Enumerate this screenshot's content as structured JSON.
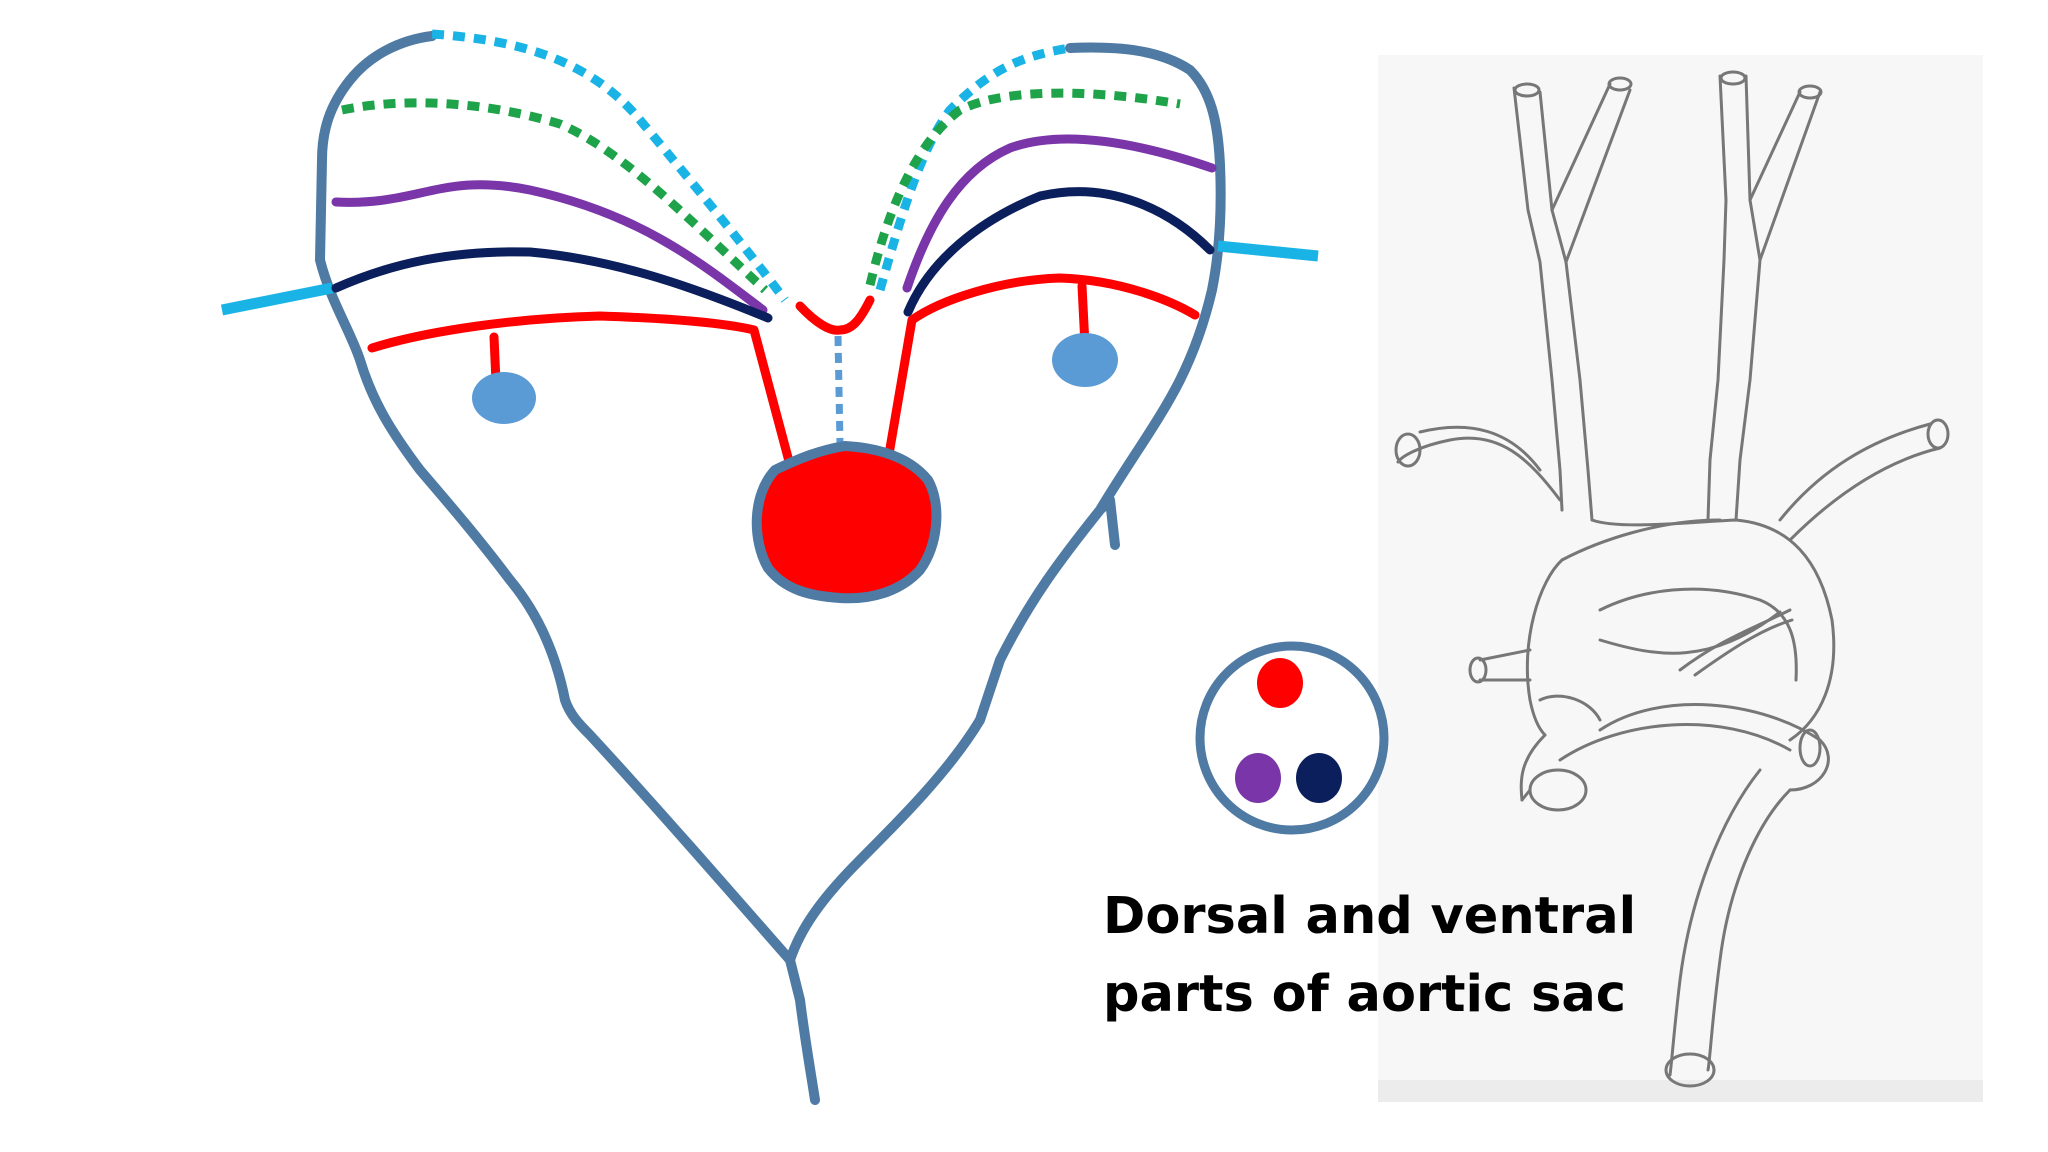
{
  "caption": {
    "line1": "Dorsal and ventral",
    "line2": "parts of aortic sac"
  },
  "colors": {
    "outline": "#4f7aa3",
    "aortic_sac": "#ff0000",
    "arch_red": "#ff0000",
    "arch_navy": "#0b1f5c",
    "arch_purple": "#7a35a8",
    "arch_green_dotted": "#1fa34a",
    "arch_cyan_dotted": "#1ab3e6",
    "side_bar_cyan": "#1ab3e6",
    "blue_dot": "#5b9bd5",
    "sketch_panel": "#f7f7f7",
    "sketch_line": "#777777"
  },
  "legend_dots": [
    "red",
    "purple",
    "navy"
  ]
}
